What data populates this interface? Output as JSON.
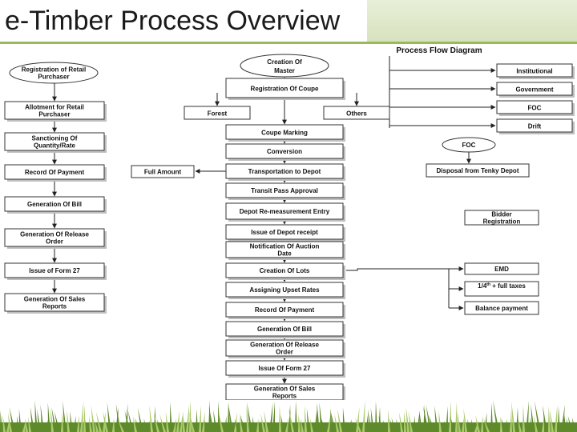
{
  "slide": {
    "title": "e-Timber Process Overview"
  },
  "diagram": {
    "heading": "Process Flow Diagram",
    "retail_flow": [
      "Registration of Retail Purchaser",
      "Allotment for Retail Purchaser",
      "Sanctioning Of Quantity/Rate",
      "Record Of Payment",
      "Generation Of Bill",
      "Generation Of Release Order",
      "Issue of Form 27",
      "Generation Of Sales Reports"
    ],
    "full_amount": "Full Amount",
    "main_flow": [
      "Creation Of Master",
      "Registration Of Coupe",
      "Coupe Marking",
      "Conversion",
      "Transportation to Depot",
      "Transit Pass Approval",
      "Depot Re-measurement Entry",
      "Issue of Depot receipt",
      "Notification Of Auction Date",
      "Creation Of Lots",
      "Assigning Upset Rates",
      "Record Of Payment",
      "Generation Of Bill",
      "Generation Of Release Order",
      "Issue Of Form 27",
      "Generation Of Sales Reports"
    ],
    "coupe_branches": [
      "Forest",
      "Others"
    ],
    "right_categories": [
      "Institutional",
      "Government",
      "FOC",
      "Drift"
    ],
    "foc_node": "FOC",
    "foc_disposal": "Disposal from Tenky Depot",
    "bidder": "Bidder Registration",
    "payment_steps": {
      "emd": "EMD",
      "quarter_prefix": "1/4",
      "quarter_sup": "th",
      "quarter_suffix": " + full taxes",
      "balance": "Balance payment"
    }
  },
  "colors": {
    "accent_green": "#9bb85a",
    "grass_dark": "#5e8a2b",
    "grass_light": "#a9c96a"
  }
}
